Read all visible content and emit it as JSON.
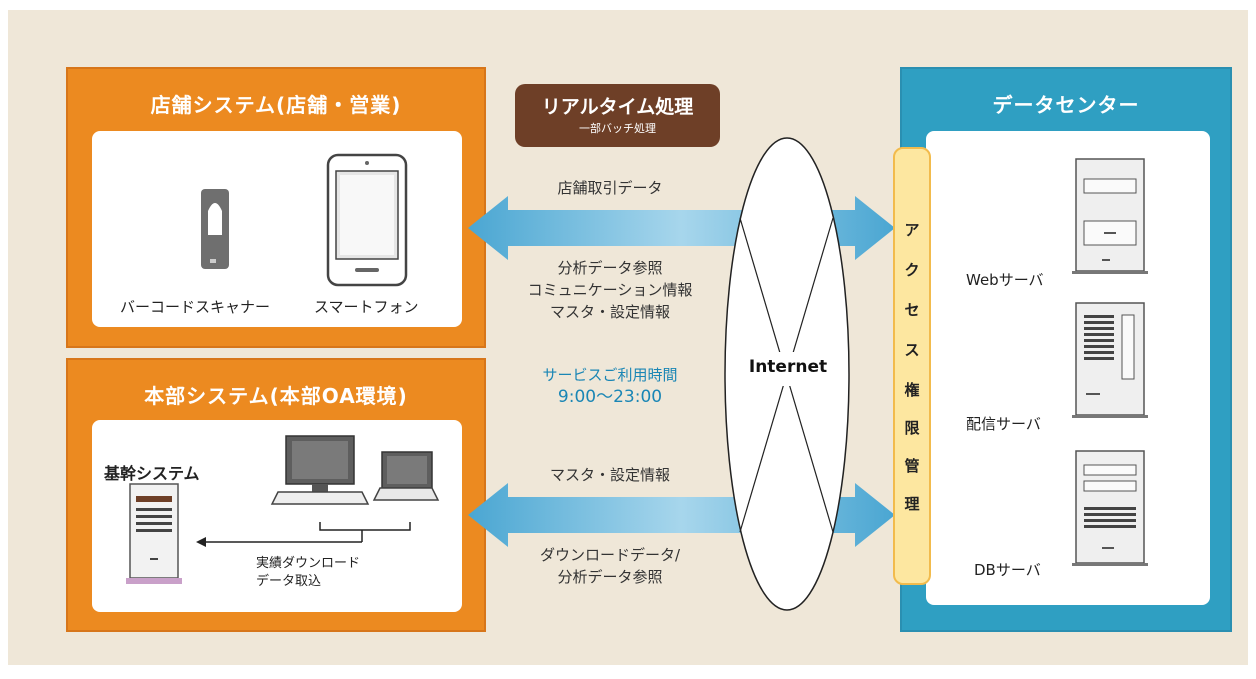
{
  "store_system": {
    "title": "店舗システム(店舗・営業)",
    "devices": [
      {
        "label": "バーコードスキャナー",
        "icon": "barcode-scanner-icon"
      },
      {
        "label": "スマートフォン",
        "icon": "smartphone-icon"
      }
    ]
  },
  "hq_system": {
    "title": "本部システム(本部OA環境)",
    "core_label": "基幹システム",
    "download_label": [
      "実績ダウンロード",
      "データ取込"
    ]
  },
  "realtime": {
    "title": "リアルタイム処理",
    "subtitle": "一部バッチ処理"
  },
  "flows": {
    "top_upper": "店舗取引データ",
    "top_lower": [
      "分析データ参照",
      "コミュニケーション情報",
      "マスタ・設定情報"
    ],
    "service_hours_title": "サービスご利用時間",
    "service_hours": "9:00〜23:00",
    "bottom_upper": "マスタ・設定情報",
    "bottom_lower": [
      "ダウンロードデータ/",
      "分析データ参照"
    ]
  },
  "internet_label": "Internet",
  "access_control": [
    "ア",
    "ク",
    "セ",
    "ス",
    "権",
    "限",
    "管",
    "理"
  ],
  "data_center": {
    "title": "データセンター",
    "servers": [
      {
        "label": "Webサーバ",
        "icon": "web-server-icon"
      },
      {
        "label": "配信サーバ",
        "icon": "delivery-server-icon"
      },
      {
        "label": "DBサーバ",
        "icon": "db-server-icon"
      }
    ]
  },
  "colors": {
    "panel_orange": "#ec8a20",
    "data_center_blue": "#2f9fc2",
    "arrow_blue": "#5fb3d8",
    "realtime_brown": "#6e3f27",
    "service_hours_teal": "#1a86b5",
    "access_yellow": "#fde7a0"
  }
}
